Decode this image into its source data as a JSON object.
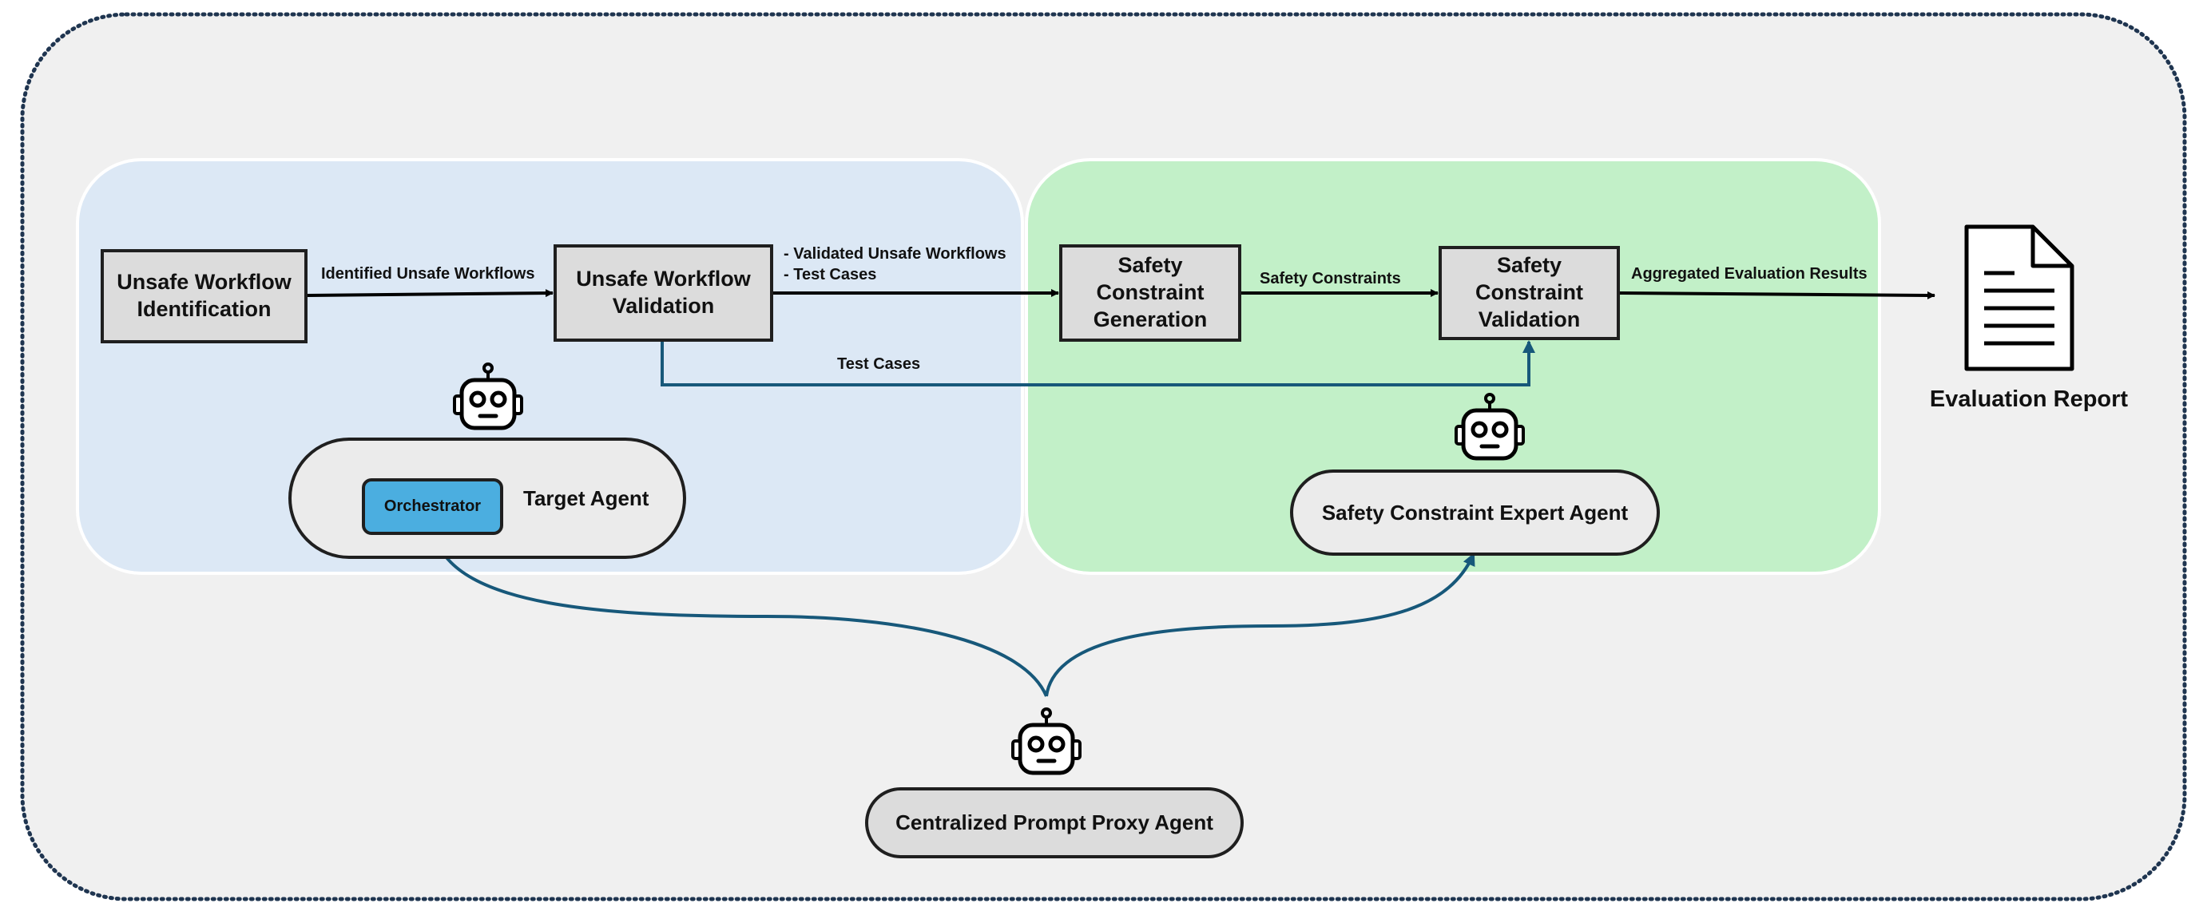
{
  "stages": {
    "unsafe_identification": "Unsafe Workflow Identification",
    "unsafe_validation": "Unsafe Workflow Validation",
    "safety_generation": "Safety Constraint Generation",
    "safety_validation": "Safety Constraint Validation"
  },
  "edges": {
    "identified_unsafe": "Identified Unsafe Workflows",
    "validated_unsafe_line1": "- Validated Unsafe Workflows",
    "validated_unsafe_line2": "- Test Cases",
    "test_cases": "Test Cases",
    "safety_constraints": "Safety Constraints",
    "aggregated_results": "Aggregated Evaluation Results"
  },
  "agents": {
    "target": "Target Agent",
    "orchestrator": "Orchestrator",
    "safety_expert": "Safety Constraint Expert Agent",
    "proxy": "Centralized Prompt Proxy Agent"
  },
  "output": {
    "report_label": "Evaluation Report"
  },
  "icons": [
    "robot-icon",
    "gear-icon",
    "document-icon"
  ],
  "colors": {
    "outer_background": "#f0f0f0",
    "left_panel": "#dce8f5",
    "right_panel": "#c2f0c8",
    "stage_box": "#dcdcdc",
    "orchestrator": "#4baee0",
    "connector_blue": "#17587a",
    "arrow_black": "#000000"
  }
}
